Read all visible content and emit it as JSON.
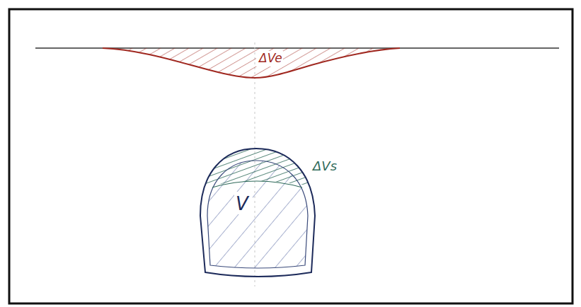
{
  "diagram": {
    "nodes": [
      {
        "text": [
          "ΔVe"
        ]
      },
      {
        "text": [
          "V"
        ]
      }
    ],
    "labels": [
      "ΔVs"
    ]
  }
}
